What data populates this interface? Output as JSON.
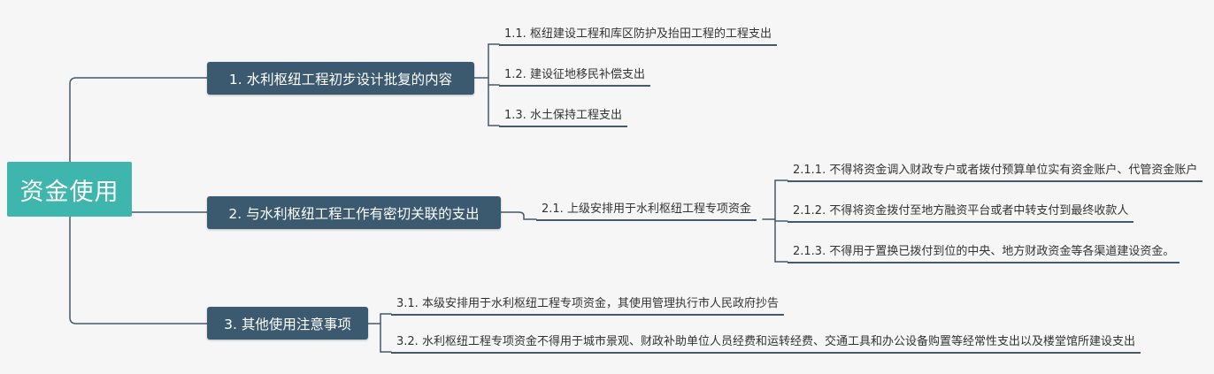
{
  "mindmap": {
    "colors": {
      "root_bg": "#3fb6ad",
      "branch_bg": "#3b5a70",
      "line": "#46586a",
      "leaf_text": "#333333",
      "canvas_bg": "#f6f6f6"
    },
    "root": {
      "label": "资金使用"
    },
    "branches": [
      {
        "label": "1. 水利枢纽工程初步设计批复的内容",
        "children": [
          {
            "label": "1.1. 枢纽建设工程和库区防护及抬田工程的工程支出"
          },
          {
            "label": "1.2. 建设征地移民补偿支出"
          },
          {
            "label": "1.3. 水土保持工程支出"
          }
        ]
      },
      {
        "label": "2. 与水利枢纽工程工作有密切关联的支出",
        "children": [
          {
            "label": "2.1. 上级安排用于水利枢纽工程专项资金",
            "children": [
              {
                "label": "2.1.1. 不得将资金调入财政专户或者拨付预算单位实有资金账户、代管资金账户"
              },
              {
                "label": "2.1.2. 不得将资金拨付至地方融资平台或者中转支付到最终收款人"
              },
              {
                "label": "2.1.3. 不得用于置换已拨付到位的中央、地方财政资金等各渠道建设资金。"
              }
            ]
          }
        ]
      },
      {
        "label": "3. 其他使用注意事项",
        "children": [
          {
            "label": "3.1. 本级安排用于水利枢纽工程专项资金，其使用管理执行市人民政府抄告"
          },
          {
            "label": "3.2. 水利枢纽工程专项资金不得用于城市景观、财政补助单位人员经费和运转经费、交通工具和办公设备购置等经常性支出以及楼堂馆所建设支出"
          }
        ]
      }
    ]
  }
}
